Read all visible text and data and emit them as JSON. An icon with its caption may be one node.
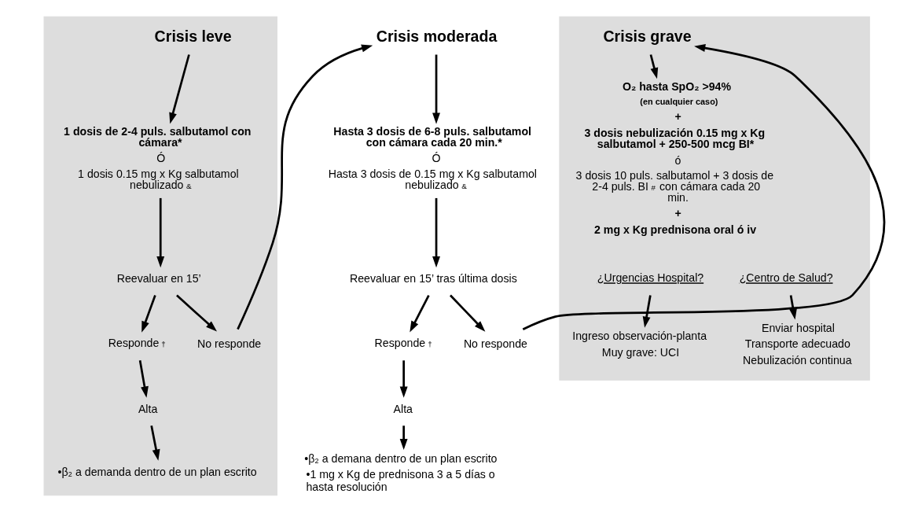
{
  "diagram": {
    "nodes": [
      {
        "text": [],
        "shape": "box"
      },
      {
        "text": [
          "Crisis leve"
        ],
        "in": 0
      },
      {
        "text": [
          "1 dosis de 2-4 puls. salbutamol con cámara*",
          "Ó",
          "1 dosis 0.15 mg x Kg salbutamol nebulizado$^{&}$"
        ],
        "in": 0
      },
      {
        "text": [
          "Reevaluar en 15’"
        ],
        "in": 0
      },
      {
        "text": [
          "Responde$^{†}$"
        ],
        "in": 0
      },
      {
        "text": [
          "No responde"
        ],
        "in": 0
      },
      {
        "text": [
          "Alta"
        ],
        "in": 0
      },
      {
        "text": [
          "•β₂ a demanda dentro de un plan escrito"
        ],
        "in": 0
      },
      {
        "text": [
          "Crisis moderada"
        ]
      },
      {
        "text": [
          "Hasta 3 dosis de 6-8 puls. salbutamol con cámara cada 20 min.*",
          "Ó",
          "Hasta 3 dosis de 0.15 mg x Kg salbutamol nebulizado$^{&}$"
        ]
      },
      {
        "text": [
          "Reevaluar en 15’ tras última dosis"
        ]
      },
      {
        "text": [
          "Responde$^{†}$"
        ]
      },
      {
        "text": [
          "No responde"
        ]
      },
      {
        "text": [
          "Alta"
        ]
      },
      {
        "text": [
          "•β₂ a demana dentro de un plan escrito",
          "•1 mg x Kg de prednisona 3 a 5 días o hasta resolución"
        ]
      },
      {
        "text": [],
        "shape": "box"
      },
      {
        "text": [
          "Crisis grave"
        ],
        "in": 15
      },
      {
        "text": [
          "O₂ hasta SpO₂ >94%",
          "(en cualquier caso)",
          "+",
          "3 dosis nebulización 0.15 mg x Kg salbutamol + 250-500 mcg BI*",
          "ó",
          "3 dosis 10 puls. salbutamol + 3 dosis de 2-4 puls. BI$^{#}$ con cámara cada 20 min.",
          "+",
          "2 mg x Kg prednisona oral ó iv"
        ],
        "in": 15
      },
      {
        "text": [
          "¿Urgencias Hospital?"
        ],
        "in": 15
      },
      {
        "text": [
          "¿Centro de Salud?"
        ],
        "in": 15
      },
      {
        "text": [
          "Ingreso observación-planta",
          "Muy grave: UCI"
        ],
        "in": 15
      },
      {
        "text": [
          "Enviar hospital",
          "Transporte adecuado",
          "Nebulización continua"
        ],
        "in": 15
      }
    ],
    "edges": [
      {
        "from": 1,
        "to": 2,
        "arrow": "to"
      },
      {
        "from": 2,
        "to": 3,
        "arrow": "to"
      },
      {
        "from": 3,
        "to": 4,
        "arrow": "to"
      },
      {
        "from": 3,
        "to": 5,
        "arrow": "to"
      },
      {
        "from": 4,
        "to": 6,
        "arrow": "to"
      },
      {
        "from": 6,
        "to": 7,
        "arrow": "to"
      },
      {
        "from": 5,
        "to": 8,
        "arrow": "to"
      },
      {
        "from": 8,
        "to": 9,
        "arrow": "to"
      },
      {
        "from": 9,
        "to": 10,
        "arrow": "to"
      },
      {
        "from": 10,
        "to": 11,
        "arrow": "to"
      },
      {
        "from": 10,
        "to": 12,
        "arrow": "to"
      },
      {
        "from": 11,
        "to": 13,
        "arrow": "to"
      },
      {
        "from": 13,
        "to": 14,
        "arrow": "to"
      },
      {
        "from": 12,
        "to": 16,
        "arrow": "to"
      },
      {
        "from": 16,
        "to": 17,
        "arrow": "to"
      },
      {
        "from": 18,
        "to": 20,
        "arrow": "to"
      },
      {
        "from": 19,
        "to": 21,
        "arrow": "to"
      }
    ]
  }
}
